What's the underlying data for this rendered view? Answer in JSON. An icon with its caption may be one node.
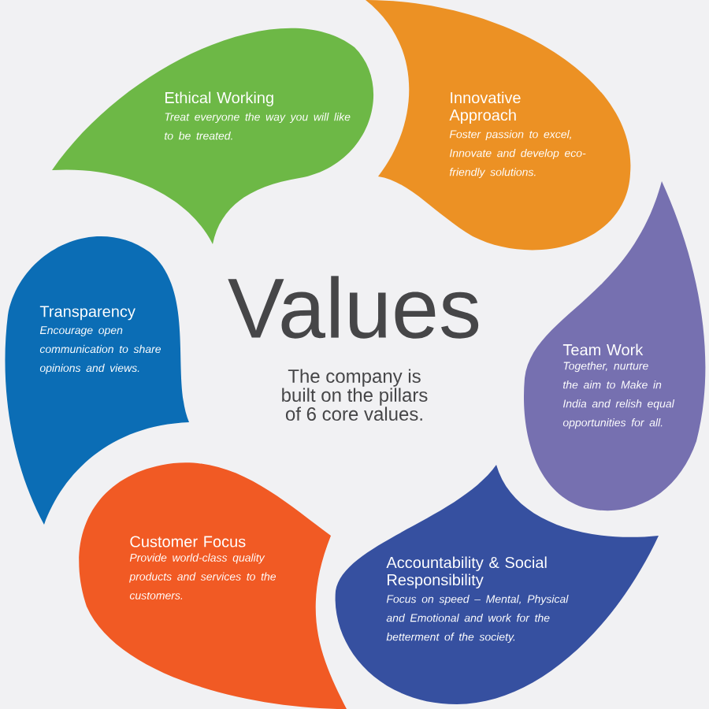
{
  "diagram": {
    "title": "Values",
    "nodes": [
      {
        "text": [
          "Ethical Working",
          "Treat everyone the way you will like to be treated."
        ]
      },
      {
        "text": [
          "Innovative Approach",
          "Foster passion to excel, Innovate and develop eco-friendly solutions."
        ]
      },
      {
        "text": [
          "Team Work",
          "Together, nurture the aim to Make in India and relish equal opportunities for all."
        ]
      },
      {
        "text": [
          "Accountability & Social Responsibility",
          "Focus on speed – Mental, Physical and Emotional and work for the betterment of the society."
        ]
      },
      {
        "text": [
          "Customer Focus",
          "Provide world-class quality products and services to the customers."
        ]
      },
      {
        "text": [
          "Transparency",
          "Encourage open communication to share opinions and views."
        ]
      }
    ],
    "labels": [
      "The company is built on the pillars of 6 core values."
    ]
  }
}
